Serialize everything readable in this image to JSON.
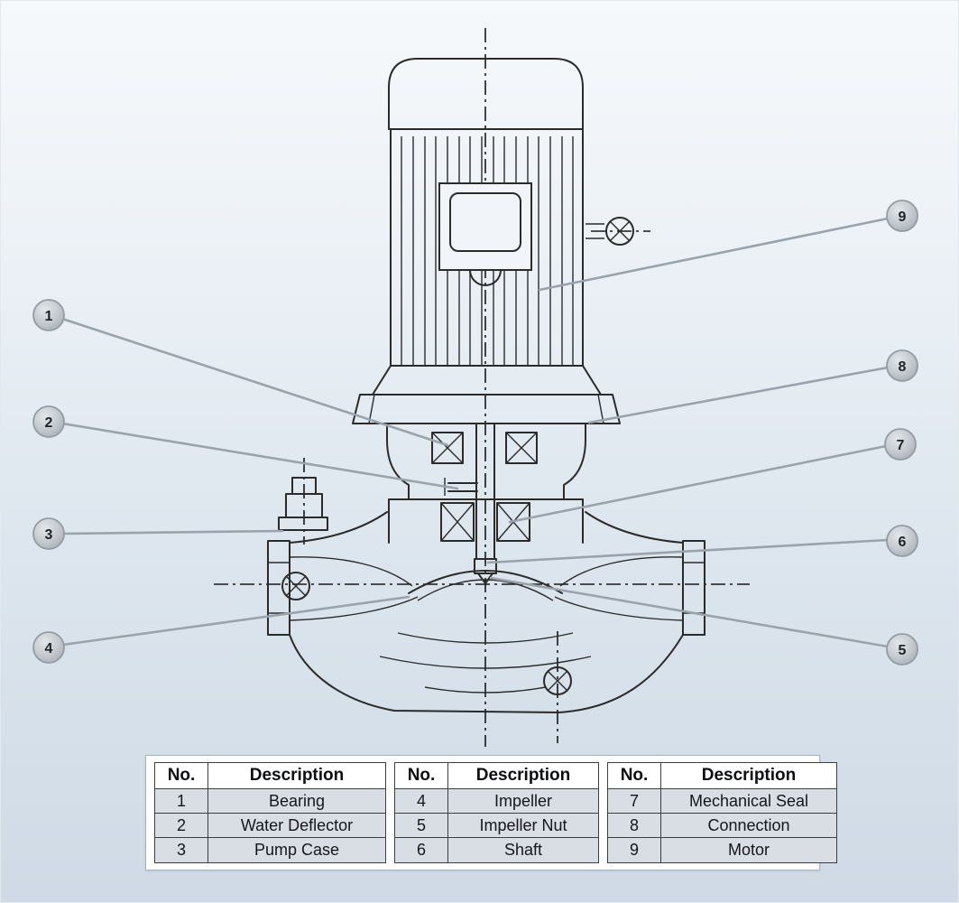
{
  "diagram": {
    "title": "vertical-inline-pump-cross-section",
    "callouts": [
      {
        "label": "1"
      },
      {
        "label": "2"
      },
      {
        "label": "3"
      },
      {
        "label": "4"
      },
      {
        "label": "5"
      },
      {
        "label": "6"
      },
      {
        "label": "7"
      },
      {
        "label": "8"
      },
      {
        "label": "9"
      }
    ]
  },
  "parts_table": {
    "header": {
      "no": "No.",
      "description": "Description"
    },
    "groups": [
      {
        "rows": [
          {
            "no": "1",
            "description": "Bearing"
          },
          {
            "no": "2",
            "description": "Water Deflector"
          },
          {
            "no": "3",
            "description": "Pump Case"
          }
        ]
      },
      {
        "rows": [
          {
            "no": "4",
            "description": "Impeller"
          },
          {
            "no": "5",
            "description": "Impeller Nut"
          },
          {
            "no": "6",
            "description": "Shaft"
          }
        ]
      },
      {
        "rows": [
          {
            "no": "7",
            "description": "Mechanical Seal"
          },
          {
            "no": "8",
            "description": "Connection"
          },
          {
            "no": "9",
            "description": "Motor"
          }
        ]
      }
    ]
  },
  "colors": {
    "leader_line": "#9aa3ab",
    "callout_fill": "#c3c9ce",
    "drawing_ink": "#2b2b2b",
    "table_row_bg": "#d9dee5",
    "page_bg_top": "#f6f9fb",
    "page_bg_bottom": "#cfdae6"
  }
}
